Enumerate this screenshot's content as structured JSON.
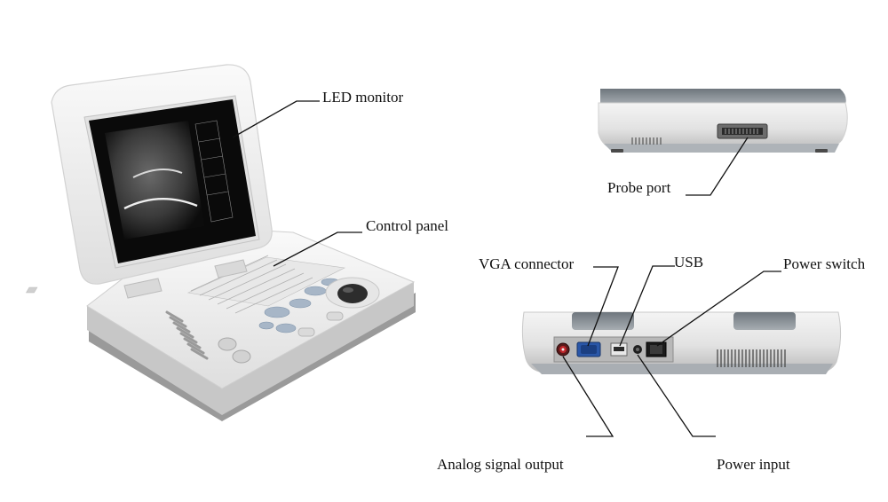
{
  "labels": {
    "led_monitor": "LED monitor",
    "control_panel": "Control panel",
    "probe_port": "Probe  port",
    "vga_connector": "VGA connector",
    "usb": "USB",
    "power_switch": "Power switch",
    "analog_signal_output": "Analog signal output",
    "power_input": "Power input"
  },
  "colors": {
    "body_light": "#f1f1f1",
    "body_shadow": "#c9c9c9",
    "stripe_gray": "#8f969c",
    "screen_black": "#0a0a0a",
    "key_blue": "#9fb2c8",
    "callout_line": "#111111"
  }
}
